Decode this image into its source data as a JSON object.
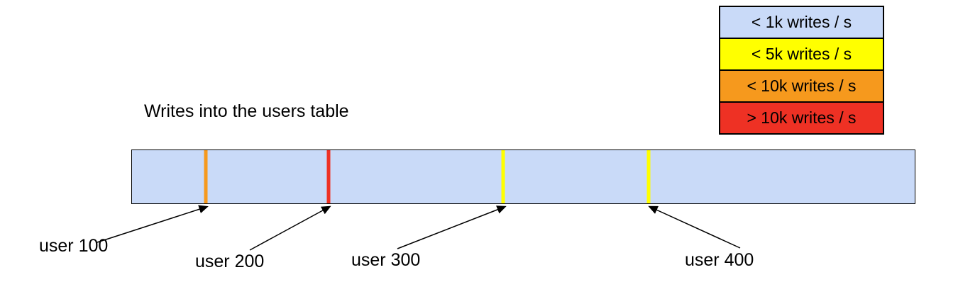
{
  "title": "Writes into the users table",
  "legend": {
    "items": [
      {
        "label": "< 1k writes / s",
        "color": "#c9daf8"
      },
      {
        "label": "< 5k writes / s",
        "color": "#ffff00"
      },
      {
        "label": "< 10k writes / s",
        "color": "#f6991d"
      },
      {
        "label": "> 10k writes / s",
        "color": "#ee3124"
      }
    ]
  },
  "bar": {
    "color": "#c9daf8",
    "markers": [
      {
        "label": "user 100",
        "position": "9.4%",
        "color": "#f6991d"
      },
      {
        "label": "user 200",
        "position": "25.1%",
        "color": "#ee3124"
      },
      {
        "label": "user 300",
        "position": "47.4%",
        "color": "#ffff00"
      },
      {
        "label": "user 400",
        "position": "66.0%",
        "color": "#ffff00"
      }
    ]
  }
}
